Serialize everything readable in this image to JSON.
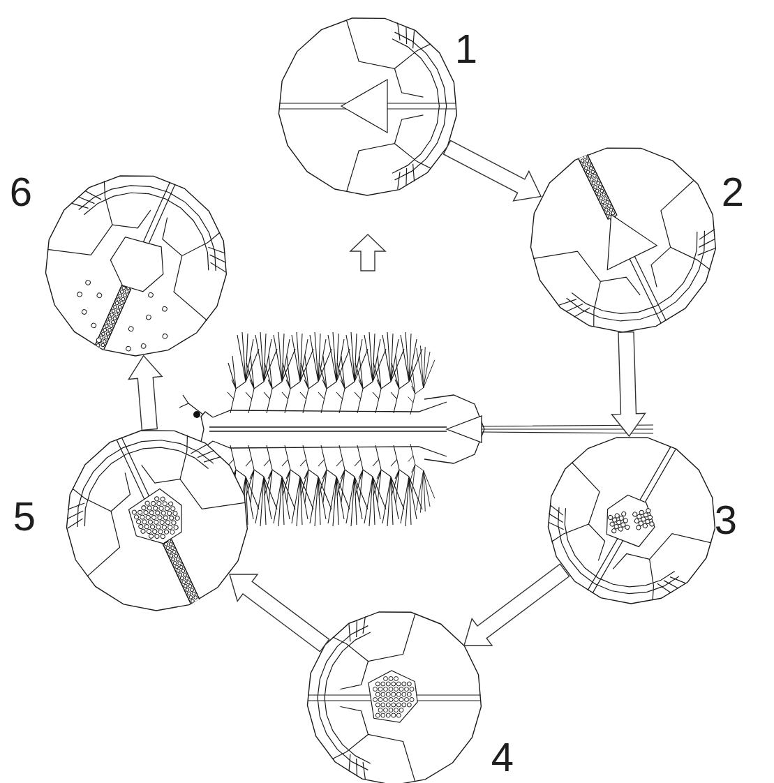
{
  "diagram": {
    "nodes": [
      {
        "text": [
          "1"
        ]
      },
      {
        "text": [
          "2"
        ]
      },
      {
        "text": [
          "3"
        ]
      },
      {
        "text": [
          "4"
        ]
      },
      {
        "text": [
          "5"
        ]
      },
      {
        "text": [
          "6"
        ]
      }
    ],
    "edges": [
      {
        "from": 0,
        "to": 1,
        "arrow": "to"
      },
      {
        "from": 1,
        "to": 2,
        "arrow": "to"
      },
      {
        "from": 2,
        "to": 3,
        "arrow": "to"
      },
      {
        "from": 3,
        "to": 4,
        "arrow": "to"
      },
      {
        "from": 4,
        "to": 5,
        "arrow": "to"
      }
    ]
  }
}
